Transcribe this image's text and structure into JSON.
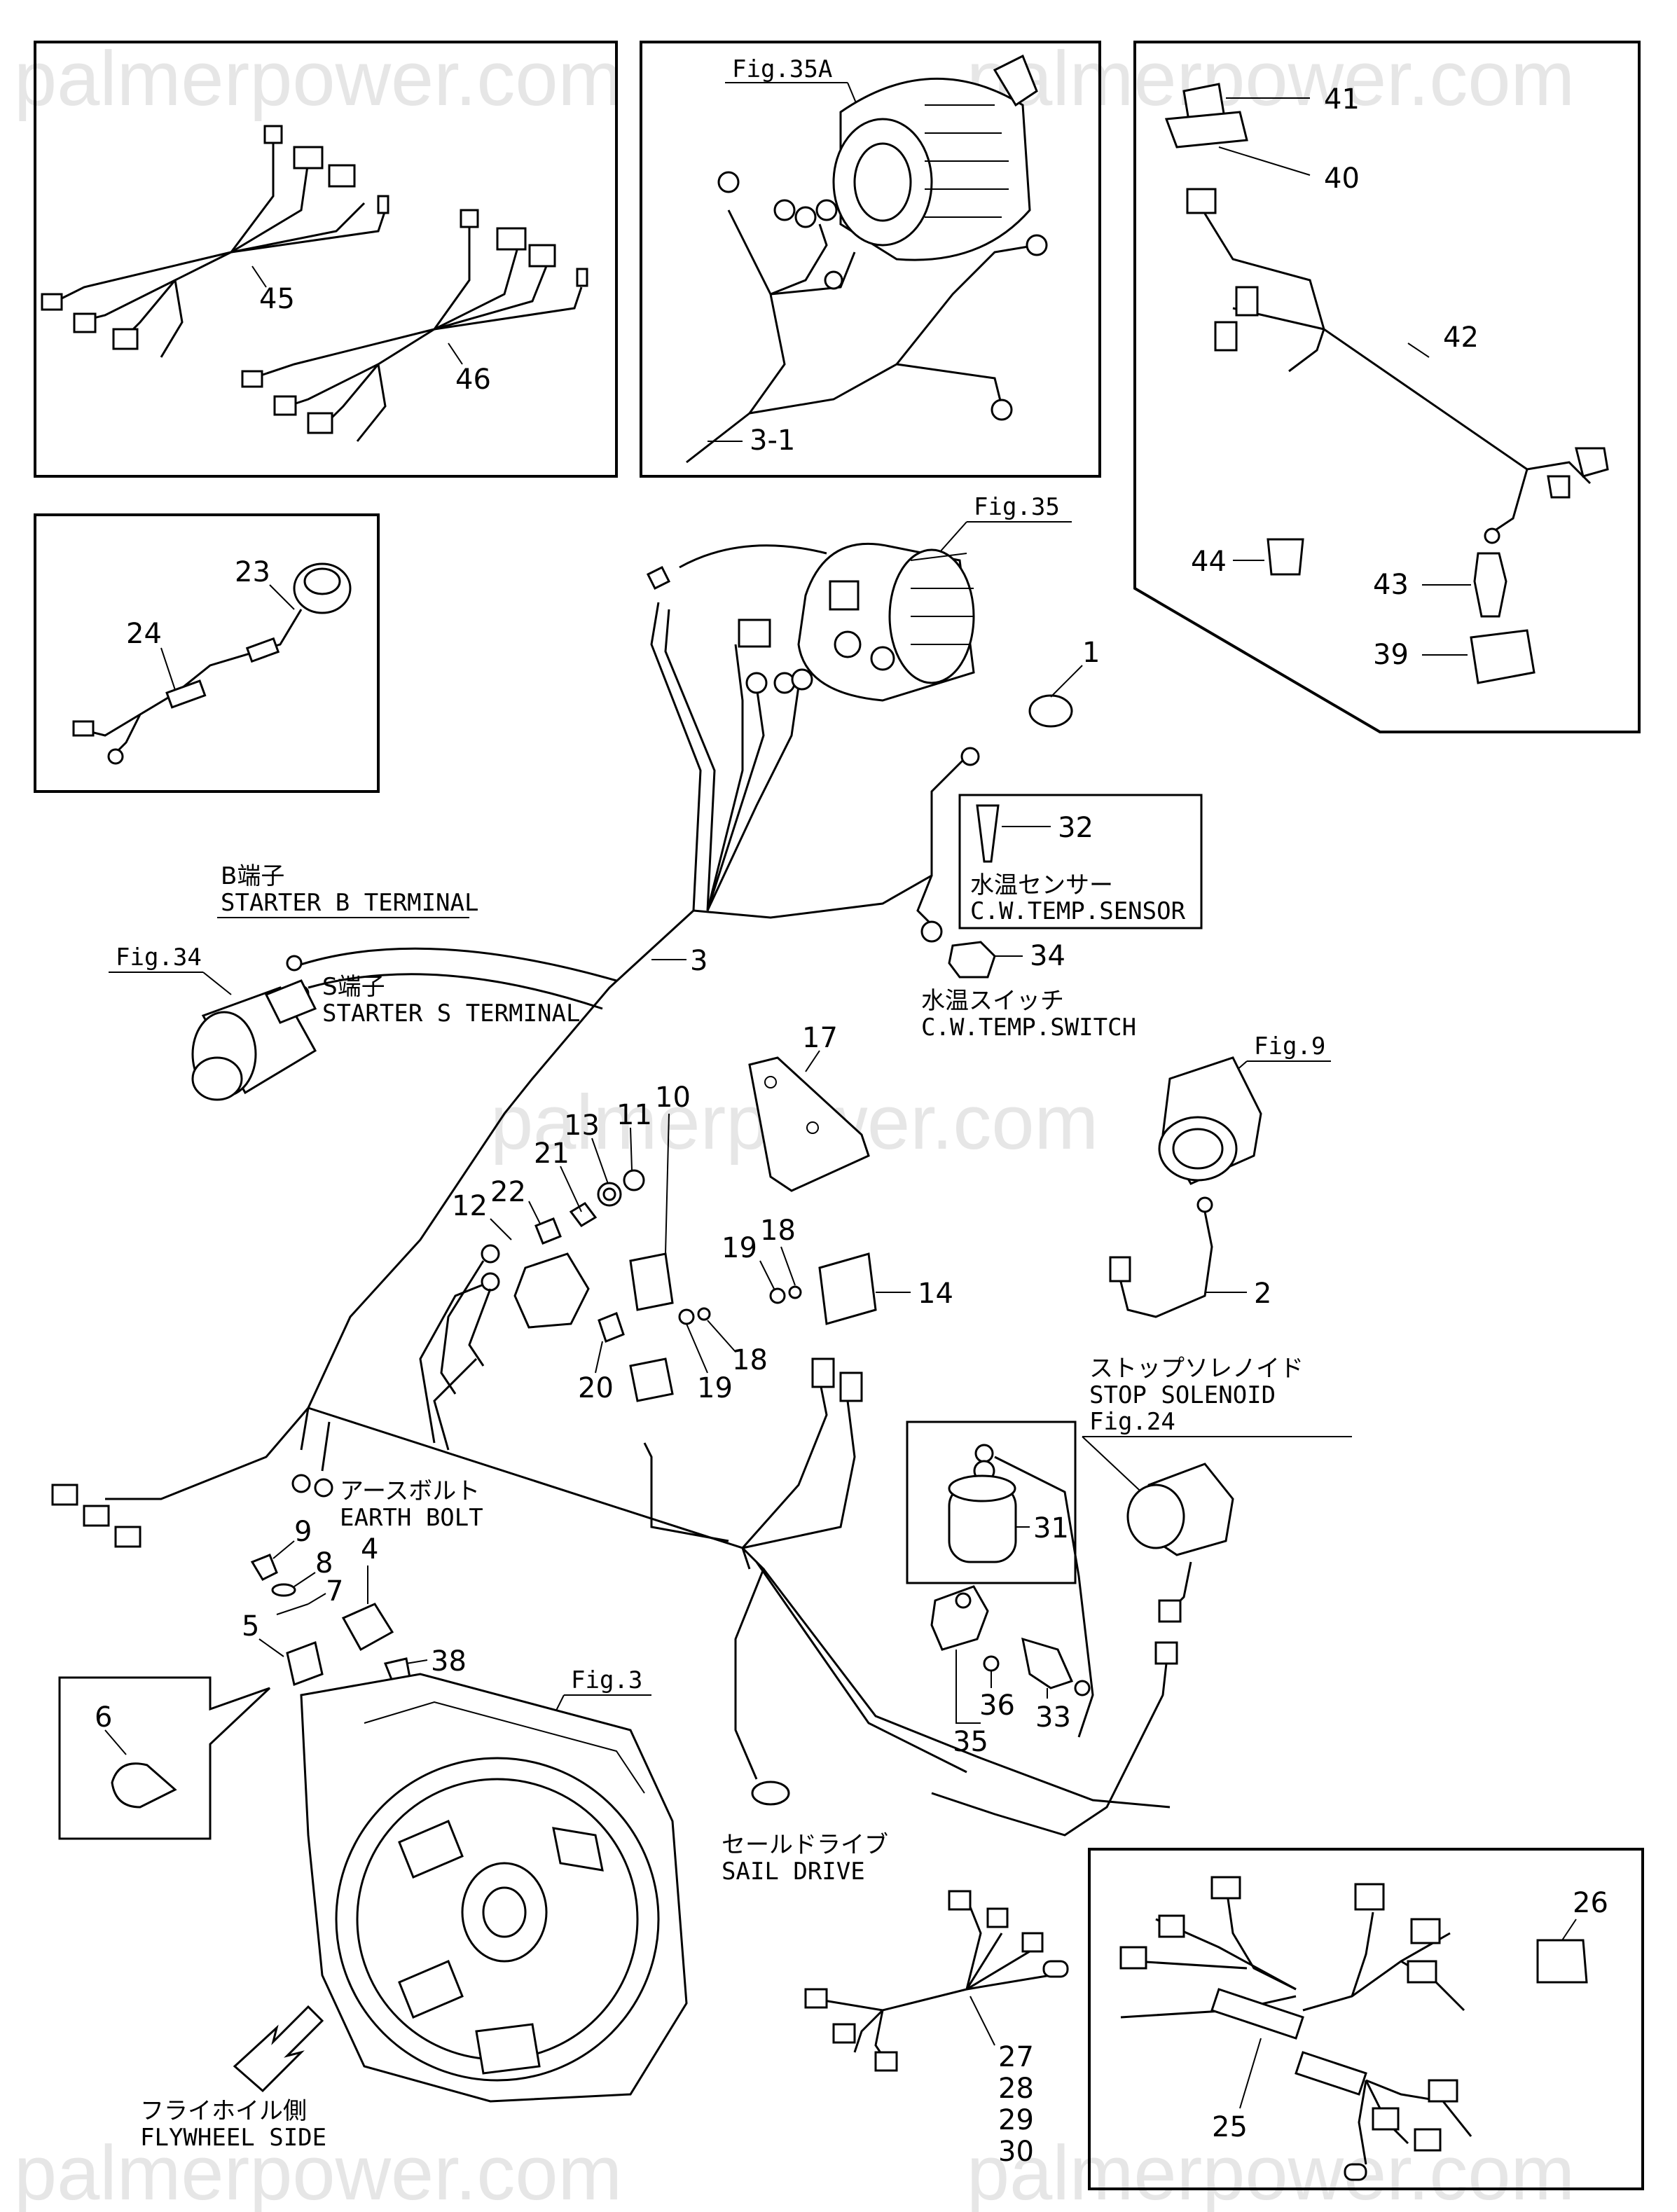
{
  "watermark": "palmerpower.com",
  "figure_refs": {
    "fig35a": "Fig.35A",
    "fig35": "Fig.35",
    "fig34": "Fig.34",
    "fig9": "Fig.9",
    "fig24": "Fig.24",
    "fig3": "Fig.3"
  },
  "labels": {
    "b_terminal_jp": "B端子",
    "b_terminal_en": "STARTER B TERMINAL",
    "s_terminal_jp": "S端子",
    "s_terminal_en": "STARTER S TERMINAL",
    "temp_sensor_jp": "水温センサー",
    "temp_sensor_en": "C.W.TEMP.SENSOR",
    "temp_switch_jp": "水温スイッチ",
    "temp_switch_en": "C.W.TEMP.SWITCH",
    "stop_solenoid_jp": "ストップソレノイド",
    "stop_solenoid_en": "STOP SOLENOID",
    "earth_bolt_jp": "アースボルト",
    "earth_bolt_en": "EARTH BOLT",
    "sail_drive_jp": "セールドライブ",
    "sail_drive_en": "SAIL DRIVE",
    "flywheel_jp": "フライホイル側",
    "flywheel_en": "FLYWHEEL SIDE"
  },
  "part_numbers": {
    "p1": "1",
    "p2": "2",
    "p3": "3",
    "p3_1": "3-1",
    "p4": "4",
    "p5": "5",
    "p6": "6",
    "p7": "7",
    "p8": "8",
    "p9": "9",
    "p10": "10",
    "p11": "11",
    "p12": "12",
    "p13": "13",
    "p14": "14",
    "p17": "17",
    "p18a": "18",
    "p18b": "18",
    "p19a": "19",
    "p19b": "19",
    "p20": "20",
    "p21": "21",
    "p22": "22",
    "p23": "23",
    "p24": "24",
    "p25": "25",
    "p26": "26",
    "p27": "27",
    "p28": "28",
    "p29": "29",
    "p30": "30",
    "p31": "31",
    "p32": "32",
    "p33": "33",
    "p34": "34",
    "p35": "35",
    "p36": "36",
    "p38": "38",
    "p39": "39",
    "p40": "40",
    "p41": "41",
    "p42": "42",
    "p43": "43",
    "p44": "44",
    "p45": "45",
    "p46": "46"
  }
}
